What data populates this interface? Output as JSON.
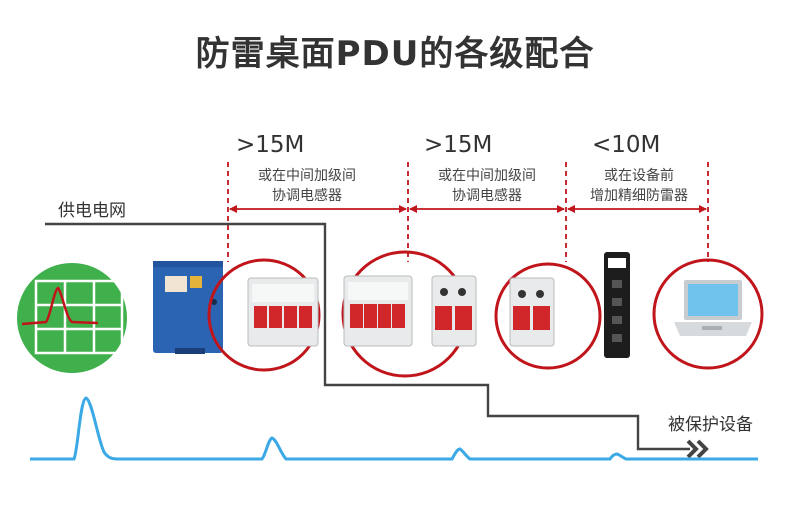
{
  "title": "防雷桌面PDU的各级配合",
  "segments": [
    {
      "distance": ">15M",
      "line1": "或在中间加级间",
      "line2": "协调电感器"
    },
    {
      "distance": ">15M",
      "line1": "或在中间加级间",
      "line2": "协调电感器"
    },
    {
      "distance": "<10M",
      "line1": "或在设备前",
      "line2": "增加精细防雷器"
    }
  ],
  "grid_label": "供电电网",
  "device_label": "被保护设备",
  "colors": {
    "accent": "#c0151b",
    "wave": "#3aa9e6",
    "green": "#3fb04b",
    "line": "#444444",
    "pdu": "#1d1d1d",
    "laptop": "#6fc3ec"
  }
}
